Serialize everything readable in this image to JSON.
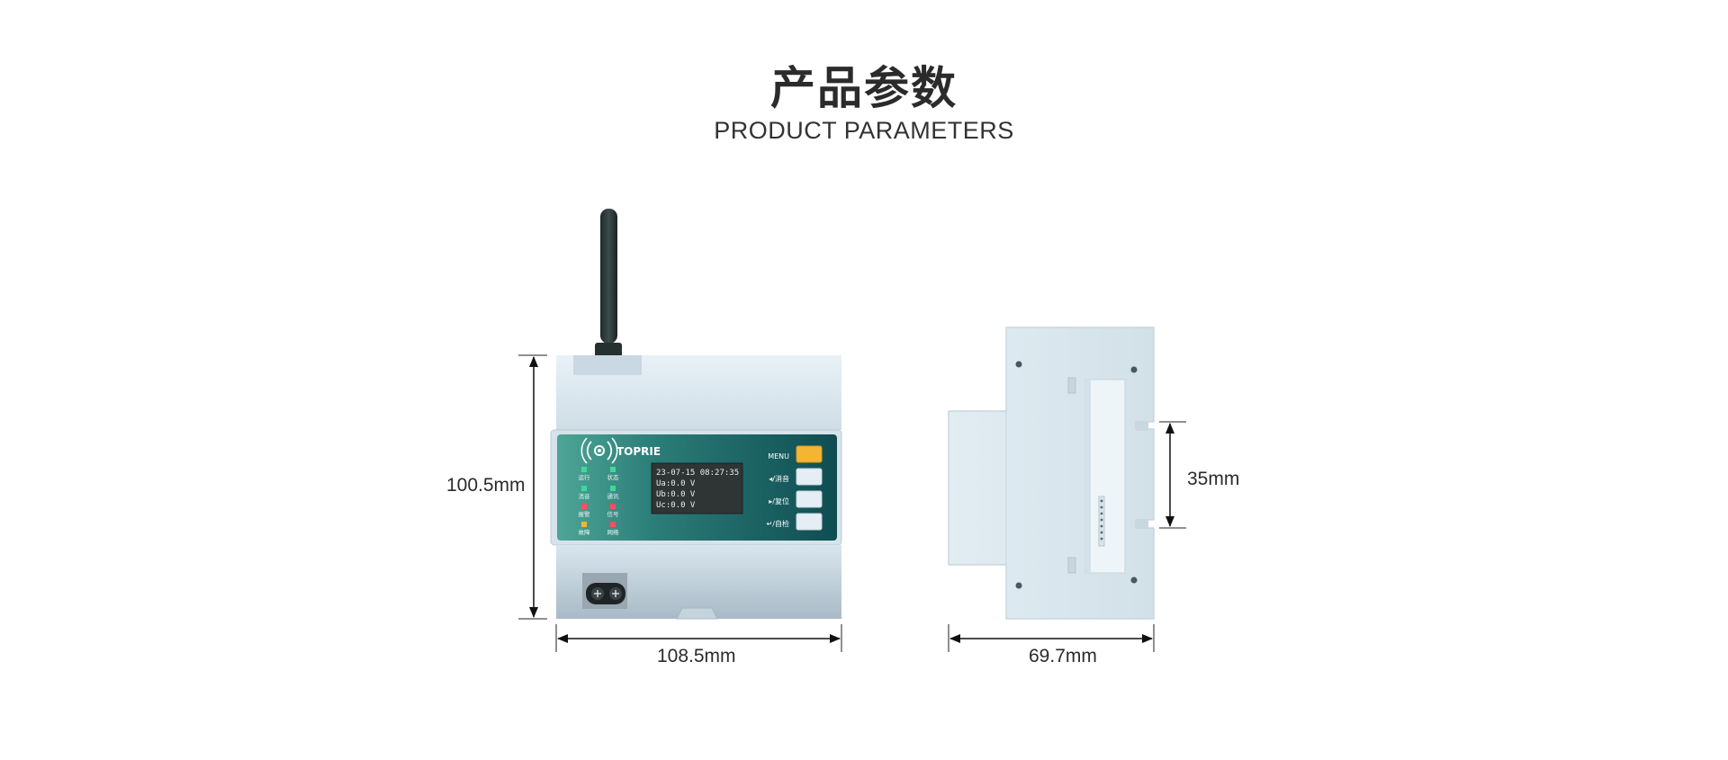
{
  "header": {
    "title": "产品参数",
    "subtitle": "PRODUCT PARAMETERS"
  },
  "front_view": {
    "brand": "TOPRIE",
    "indicators": [
      {
        "label": "运行",
        "color": "#3fd99a"
      },
      {
        "label": "状态",
        "color": "#3fd99a"
      },
      {
        "label": "消音",
        "color": "#3fd99a"
      },
      {
        "label": "通讯",
        "color": "#3fd99a"
      },
      {
        "label": "报警",
        "color": "#ff4d5f"
      },
      {
        "label": "信号",
        "color": "#ff4d5f"
      },
      {
        "label": "故障",
        "color": "#f5b533"
      },
      {
        "label": "网络",
        "color": "#ff4d5f"
      }
    ],
    "display": {
      "line1": "23-07-15  08:27:35",
      "line2": "Ua:0.0  V",
      "line3": "Ub:0.0  V",
      "line4": "Uc:0.0  V"
    },
    "buttons": {
      "menu": "MENU",
      "mute": "◂/消音",
      "reset": "▸/复位",
      "selftest": "↵/自检"
    },
    "dimensions": {
      "height": "100.5mm",
      "width": "108.5mm"
    }
  },
  "side_view": {
    "dimensions": {
      "depth": "69.7mm",
      "rail": "35mm"
    }
  },
  "colors": {
    "panel_dark": "#0f5a5a",
    "panel_light": "#3f9a8e",
    "casing": "#dfe8ee",
    "menu_button": "#f5b533",
    "key_button": "#e4eef4"
  }
}
